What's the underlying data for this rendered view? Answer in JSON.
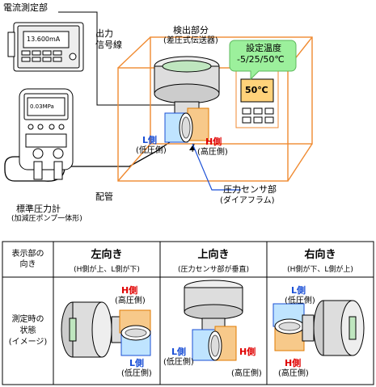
{
  "top": {
    "meter_label": "電流測定部",
    "meter_display": "13.600mA",
    "output_line_label": [
      "出力",
      "信号線"
    ],
    "detector_label": "検出部分",
    "detector_sub": "(差圧式伝送器)",
    "set_temp_label": "設定温度",
    "set_temp_values": "-5/25/50℃",
    "chamber_display": "50℃",
    "gauge_display": "0.03MPa",
    "l_side": "L側",
    "l_side_sub": "(低圧側)",
    "h_side": "H側",
    "h_side_sub": "(高圧側)",
    "sensor_label": "圧力センサ部",
    "sensor_sub": "(ダイアフラム)",
    "pipe_label": "配管",
    "std_gauge_label": "標準圧力計",
    "std_gauge_sub": "(加減圧ポンプ一体形)",
    "accent_red": "#e00000",
    "accent_blue": "#1a4fd6",
    "chamber_color": "#f08a30",
    "balloon_color": "#9cf09c",
    "display_color": "#ffd27a"
  },
  "table": {
    "header_label": [
      "表示部の",
      "向き"
    ],
    "row_label": [
      "測定時の",
      "状態",
      "(イメージ)"
    ],
    "columns": [
      {
        "title": "左向き",
        "sub": "(H側が上、L側が下)"
      },
      {
        "title": "上向き",
        "sub": "(圧力センサ部が垂直)"
      },
      {
        "title": "右向き",
        "sub": "(H側が下、L側が上)"
      }
    ],
    "h_side": "H側",
    "h_side_sub": "(高圧側)",
    "l_side": "L側",
    "l_side_sub": "(低圧側)"
  }
}
